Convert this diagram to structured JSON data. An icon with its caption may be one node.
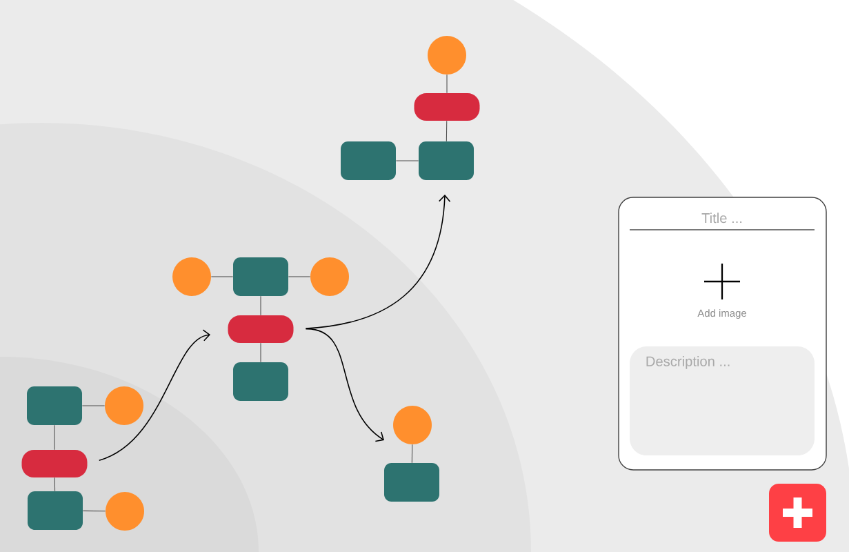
{
  "diagram": {
    "nodes": [
      {
        "text": [],
        "shape": "circle"
      },
      {
        "text": [],
        "shape": "pill"
      },
      {
        "text": [],
        "shape": "box"
      },
      {
        "text": [],
        "shape": "box"
      },
      {
        "text": [],
        "shape": "circle"
      },
      {
        "text": [],
        "shape": "box"
      },
      {
        "text": [],
        "shape": "circle"
      },
      {
        "text": [],
        "shape": "pill"
      },
      {
        "text": [],
        "shape": "box"
      },
      {
        "text": [],
        "shape": "box"
      },
      {
        "text": [],
        "shape": "circle"
      },
      {
        "text": [],
        "shape": "pill"
      },
      {
        "text": [],
        "shape": "box"
      },
      {
        "text": [],
        "shape": "circle"
      },
      {
        "text": [],
        "shape": "circle"
      },
      {
        "text": [],
        "shape": "box"
      },
      {
        "text": [
          "Title ...",
          "Add image"
        ]
      },
      {
        "text": [
          "Description ..."
        ],
        "in": 16
      }
    ],
    "edges": [
      {
        "from": 0,
        "to": 1,
        "arrow": "none"
      },
      {
        "from": 1,
        "to": 3,
        "arrow": "none"
      },
      {
        "from": 2,
        "to": 3,
        "arrow": "none"
      },
      {
        "from": 4,
        "to": 5,
        "arrow": "none"
      },
      {
        "from": 5,
        "to": 6,
        "arrow": "none"
      },
      {
        "from": 5,
        "to": 7,
        "arrow": "none"
      },
      {
        "from": 7,
        "to": 8,
        "arrow": "none"
      },
      {
        "from": 9,
        "to": 10,
        "arrow": "none"
      },
      {
        "from": 9,
        "to": 11,
        "arrow": "none"
      },
      {
        "from": 11,
        "to": 12,
        "arrow": "none"
      },
      {
        "from": 12,
        "to": 13,
        "arrow": "none"
      },
      {
        "from": 14,
        "to": 15,
        "arrow": "none"
      },
      {
        "from": 11,
        "to": 7,
        "arrow": "to"
      },
      {
        "from": 7,
        "to": 3,
        "arrow": "to"
      },
      {
        "from": 7,
        "to": 14,
        "arrow": "to"
      }
    ]
  }
}
